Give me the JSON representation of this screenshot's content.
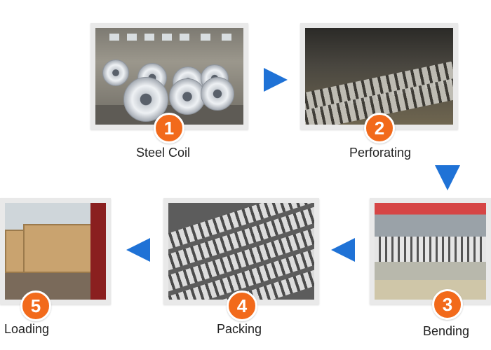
{
  "steps": [
    {
      "number": "1",
      "label": "Steel Coil",
      "photo": "steel-coils-warehouse"
    },
    {
      "number": "2",
      "label": "Perforating",
      "photo": "perforating-machine"
    },
    {
      "number": "3",
      "label": "Bending",
      "photo": "bending-press"
    },
    {
      "number": "4",
      "label": "Packing",
      "photo": "stacked-perforated-planks"
    },
    {
      "number": "5",
      "label": "Loading",
      "photo": "crates-in-container"
    }
  ],
  "colors": {
    "badge": "#f26a1b",
    "arrow": "#1f72d6",
    "frame": "#e9e9e9"
  }
}
